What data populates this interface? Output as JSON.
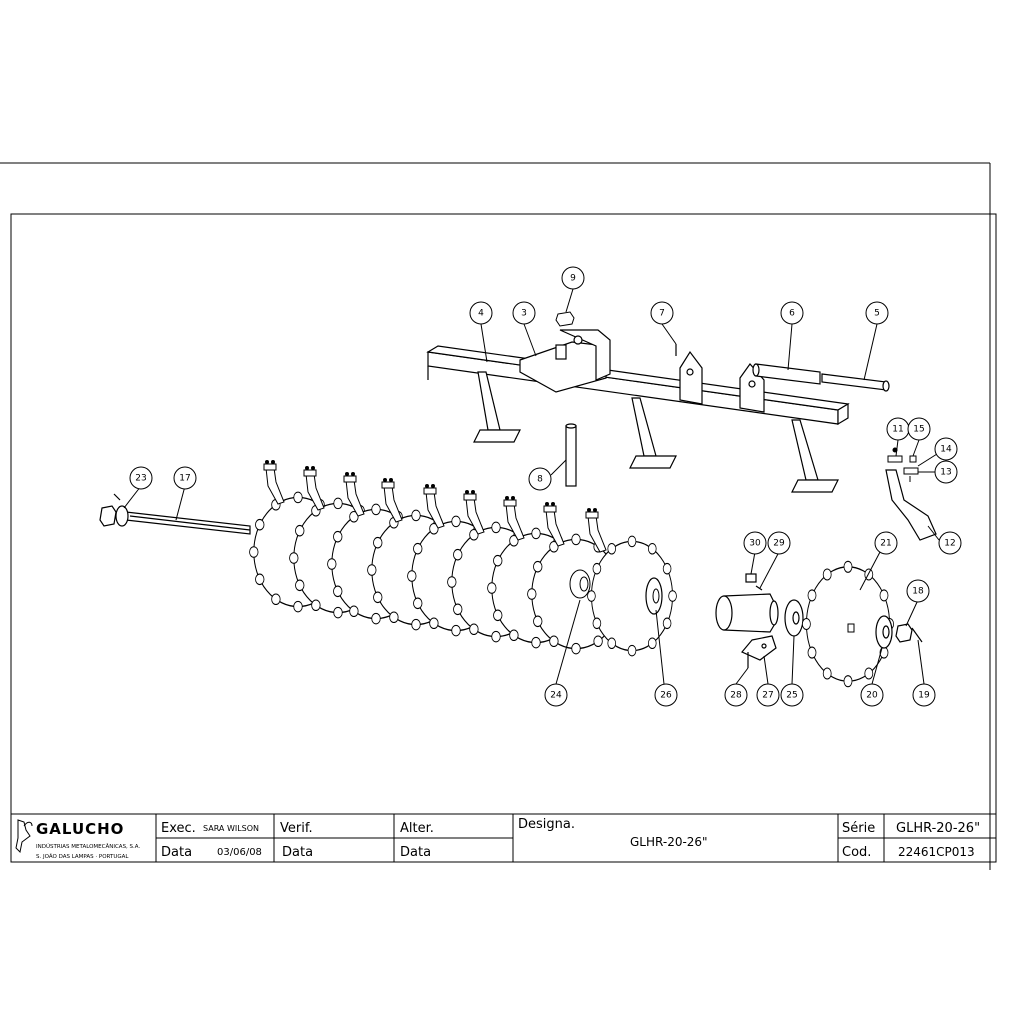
{
  "company": {
    "name": "GALUCHO",
    "line1": "INDÚSTRIAS METALOMECÂNICAS, S.A.",
    "line2": "S. JOÃO DAS LAMPAS · PORTUGAL"
  },
  "title_block": {
    "exec_label": "Exec.",
    "exec_value": "SARA WILSON",
    "data_label": "Data",
    "data_value": "03/06/08",
    "verif_label": "Verif.",
    "verif_data_label": "Data",
    "alter_label": "Alter.",
    "alter_data_label": "Data",
    "designa_label": "Designa.",
    "designa_value": "GLHR-20-26\"",
    "serie_label": "Série",
    "serie_value": "GLHR-20-26\"",
    "cod_label": "Cod.",
    "cod_value": "22461CP013"
  },
  "callouts": [
    {
      "id": "c9",
      "text": "9"
    },
    {
      "id": "c4",
      "text": "4"
    },
    {
      "id": "c3",
      "text": "3"
    },
    {
      "id": "c7",
      "text": "7"
    },
    {
      "id": "c6",
      "text": "6"
    },
    {
      "id": "c5",
      "text": "5"
    },
    {
      "id": "c11",
      "text": "11"
    },
    {
      "id": "c15",
      "text": "15"
    },
    {
      "id": "c14",
      "text": "14"
    },
    {
      "id": "c13",
      "text": "13"
    },
    {
      "id": "c12",
      "text": "12"
    },
    {
      "id": "c8",
      "text": "8"
    },
    {
      "id": "c23",
      "text": "23"
    },
    {
      "id": "c17",
      "text": "17"
    },
    {
      "id": "c30",
      "text": "30"
    },
    {
      "id": "c29",
      "text": "29"
    },
    {
      "id": "c21",
      "text": "21"
    },
    {
      "id": "c18",
      "text": "18"
    },
    {
      "id": "c24",
      "text": "24"
    },
    {
      "id": "c26",
      "text": "26"
    },
    {
      "id": "c28",
      "text": "28"
    },
    {
      "id": "c27",
      "text": "27"
    },
    {
      "id": "c25",
      "text": "25"
    },
    {
      "id": "c20",
      "text": "20"
    },
    {
      "id": "c19",
      "text": "19"
    }
  ]
}
